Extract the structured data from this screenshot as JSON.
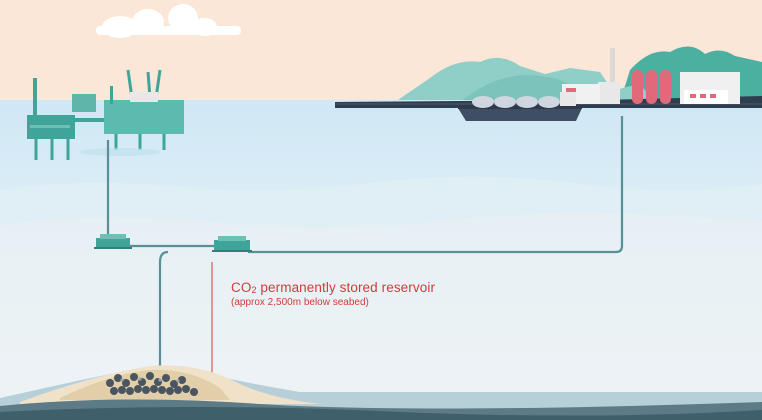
{
  "labels": {
    "reservoir_prefix": "CO",
    "reservoir_subscript": "2",
    "reservoir_suffix": " permanently stored reservoir",
    "reservoir_depth": "(approx 2,500m below seabed)"
  },
  "colors": {
    "sky": "#fbe7d8",
    "sea_surface": "#d5ecf6",
    "sea_mid": "#dcedf5",
    "seabed_band": "#e9f1f5",
    "platform": "#3fa59a",
    "pipeline": "#5b8f97",
    "ship_hull": "#3f4e63",
    "storage_tanks": "#e06a7a",
    "label_red": "#d33a3a",
    "mountain_dark": "#4bb0a0",
    "mountain_light": "#8fcfc8"
  }
}
